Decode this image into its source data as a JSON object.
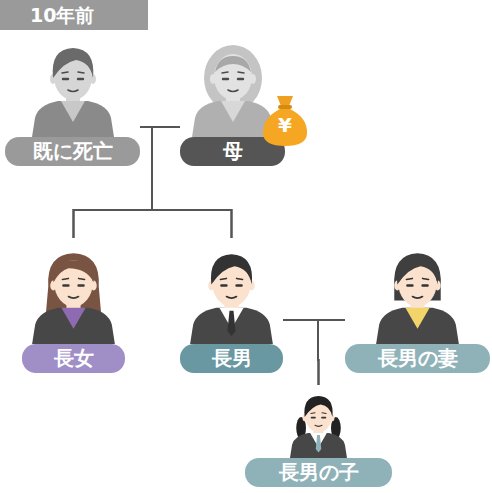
{
  "diagram": {
    "title": "10年前",
    "nodes": [
      {
        "text": [
          "既に死亡"
        ]
      },
      {
        "text": [
          "母"
        ]
      },
      {
        "text": [
          "長女"
        ]
      },
      {
        "text": [
          "長男"
        ]
      },
      {
        "text": [
          "長男の妻"
        ]
      },
      {
        "text": [
          "長男の子"
        ]
      }
    ],
    "edges": [
      {
        "from": 0,
        "to": 1,
        "arrow": "none"
      },
      {
        "from": 0,
        "to": 2,
        "arrow": "none"
      },
      {
        "from": 0,
        "to": 3,
        "arrow": "none"
      },
      {
        "from": 1,
        "to": 2,
        "arrow": "none"
      },
      {
        "from": 1,
        "to": 3,
        "arrow": "none"
      },
      {
        "from": 3,
        "to": 4,
        "arrow": "none"
      },
      {
        "from": 3,
        "to": 5,
        "arrow": "none"
      },
      {
        "from": 4,
        "to": 5,
        "arrow": "none"
      }
    ],
    "labels": [
      "¥"
    ]
  }
}
